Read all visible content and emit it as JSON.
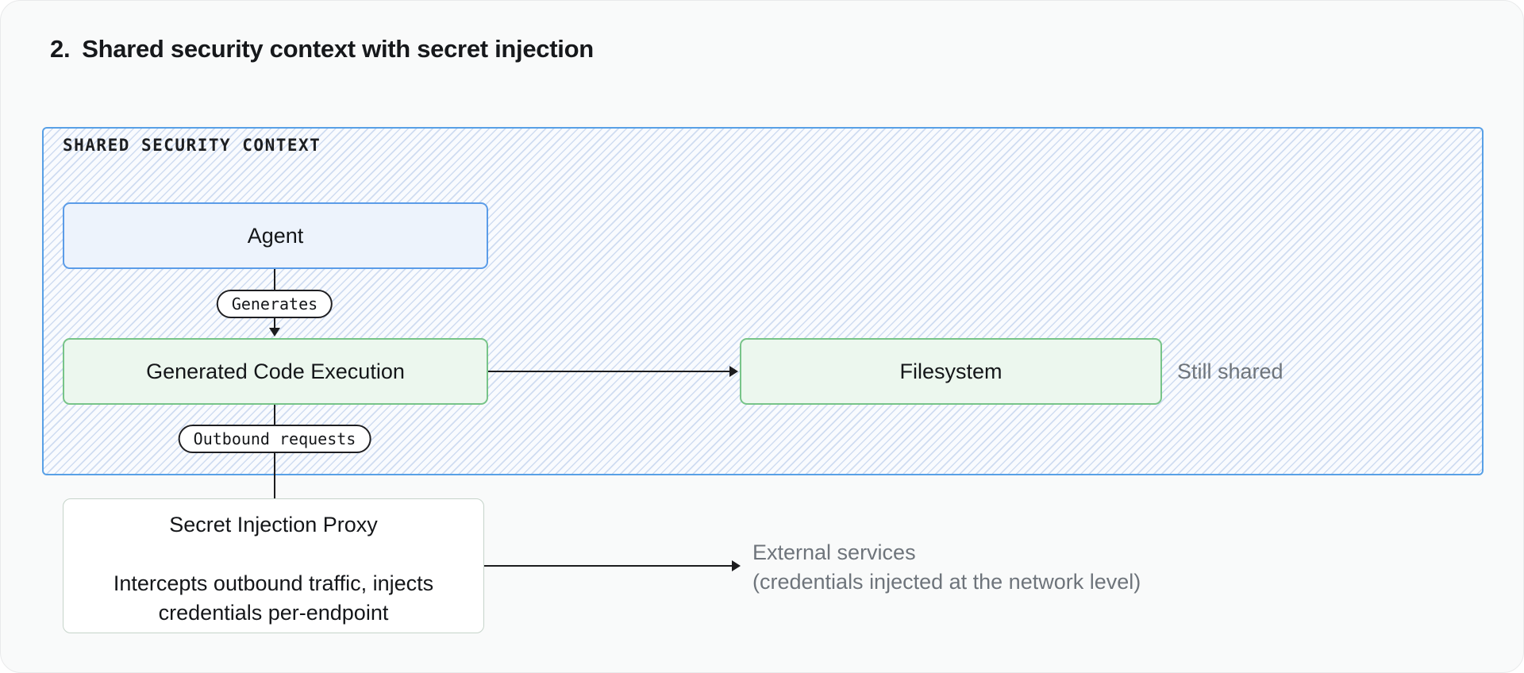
{
  "header": {
    "number": "2.",
    "title": "Shared security context with secret injection"
  },
  "diagram": {
    "container_label": "SHARED SECURITY CONTEXT",
    "nodes": {
      "agent": {
        "label": "Agent"
      },
      "code_execution": {
        "label": "Generated Code Execution"
      },
      "filesystem": {
        "label": "Filesystem"
      },
      "proxy": {
        "title": "Secret Injection Proxy",
        "description": "Intercepts outbound traffic, injects credentials per-endpoint"
      }
    },
    "edges": {
      "generates": {
        "label": "Generates"
      },
      "outbound": {
        "label": "Outbound requests"
      }
    },
    "annotations": {
      "still_shared": "Still shared",
      "external_line1": "External services",
      "external_line2": "(credentials injected at the network level)"
    }
  },
  "colors": {
    "context-border": "#58a0e6",
    "context-hatch": "#cfdcf1",
    "agent-fill": "#edf3fc",
    "agent-border": "#5b9ce8",
    "green-fill": "#ecf7ee",
    "green-border": "#77c488",
    "muted-text": "#6e747b",
    "line": "#1c1c1e",
    "page-bg": "#f9fafa"
  }
}
